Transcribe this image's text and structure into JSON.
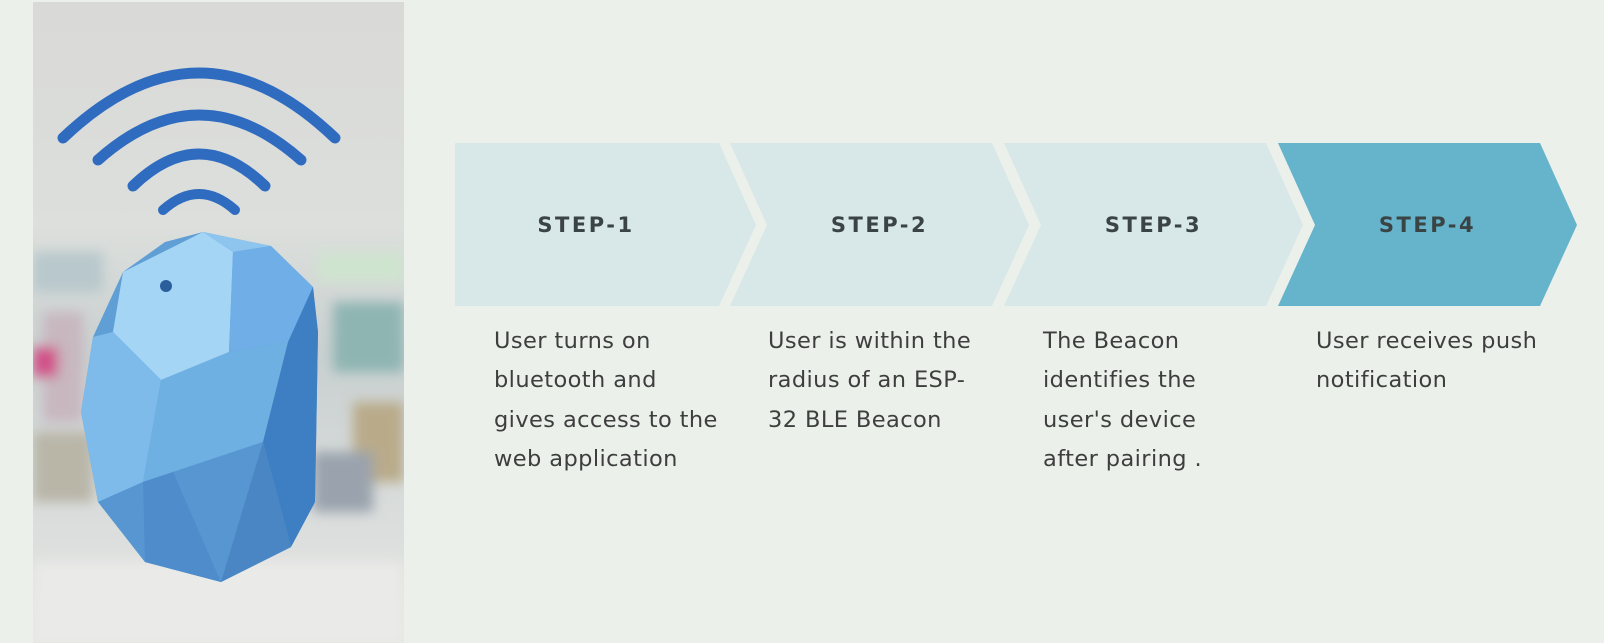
{
  "steps": [
    {
      "label": "STEP-1",
      "description": "User turns on bluetooth and gives access to the web application"
    },
    {
      "label": "STEP-2",
      "description": "User is within the radius of an ESP-32 BLE Beacon"
    },
    {
      "label": "STEP-3",
      "description": "The Beacon identifies the user's device after pairing ."
    },
    {
      "label": "STEP-4",
      "description": "User receives push notification"
    }
  ],
  "colors": {
    "background": "#ebf0eb",
    "step_light": "#d8e7e7",
    "step_active": "#66b3cc",
    "label_text": "#3b4445",
    "body_text": "#3e3e3e",
    "beacon_blue": "#6fb0e2",
    "signal_blue": "#2f6cc0"
  },
  "icons": {
    "photo": "ble-beacon-icon",
    "signal": "wifi-signal-icon"
  }
}
